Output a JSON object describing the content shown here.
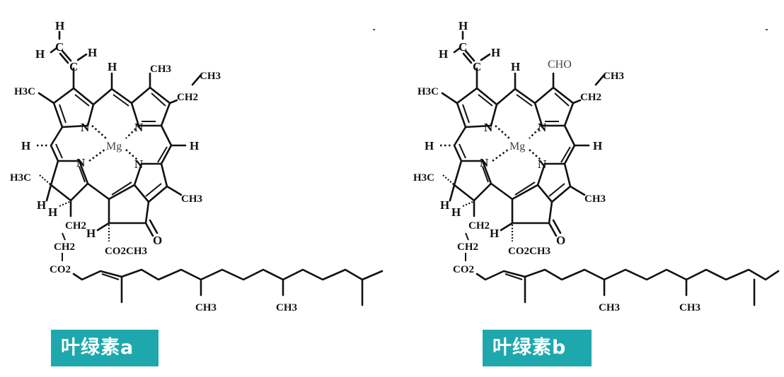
{
  "figure": {
    "panels": [
      {
        "id": "a",
        "caption": "叶绿素a",
        "central_metal": "Mg",
        "substituent_c3": "vinyl",
        "substituent_c7": "CH3",
        "atoms": {
          "vinyl_H_top": "H",
          "vinyl_C1": "C",
          "vinyl_H_left": "H",
          "vinyl_C2": "C",
          "vinyl_H_right": "H",
          "methyl_left_top": "H3C",
          "meso_H_top": "H",
          "ring2_substituent": "CH3",
          "ethyl_CH2": "CH2",
          "ethyl_CH3": "CH3",
          "N1": "N",
          "N2": "N",
          "N3": "N",
          "N4": "N",
          "Mg": "Mg",
          "meso_H_left": "H",
          "meso_H_right": "H",
          "methyl_left_bottom": "H3C",
          "H_stereo_1": "H",
          "H_stereo_2": "H",
          "methyl_right_bottom": "CH3",
          "H_ring5": "H",
          "ketone_O": "O",
          "ester": "CO2CH3",
          "chain_CH2_1": "CH2",
          "chain_CH2_2": "CH2",
          "chain_CO2": "CO2",
          "phytyl_CH3_1": "CH3",
          "phytyl_CH3_2": "CH3"
        }
      },
      {
        "id": "b",
        "caption": "叶绿素b",
        "central_metal": "Mg",
        "substituent_c3": "vinyl",
        "substituent_c7": "CHO",
        "atoms": {
          "vinyl_H_top": "H",
          "vinyl_C1": "C",
          "vinyl_H_left": "H",
          "vinyl_C2": "C",
          "vinyl_H_right": "H",
          "methyl_left_top": "H3C",
          "meso_H_top": "H",
          "ring2_substituent": "CHO",
          "ethyl_CH2": "CH2",
          "ethyl_CH3": "CH3",
          "N1": "N",
          "N2": "N",
          "N3": "N",
          "N4": "N",
          "Mg": "Mg",
          "meso_H_left": "H",
          "meso_H_right": "H",
          "methyl_left_bottom": "H3C",
          "H_stereo_1": "H",
          "H_stereo_2": "H",
          "methyl_right_bottom": "CH3",
          "H_ring5": "H",
          "ketone_O": "O",
          "ester": "CO2CH3",
          "chain_CH2_1": "CH2",
          "chain_CH2_2": "CH2",
          "chain_CO2": "CO2",
          "phytyl_CH3_1": "CH3",
          "phytyl_CH3_2": "CH3"
        }
      }
    ],
    "colors": {
      "label_bg": "#1ea8ad",
      "label_text": "#ffffff",
      "bond": "#111111",
      "background": "#ffffff"
    }
  }
}
